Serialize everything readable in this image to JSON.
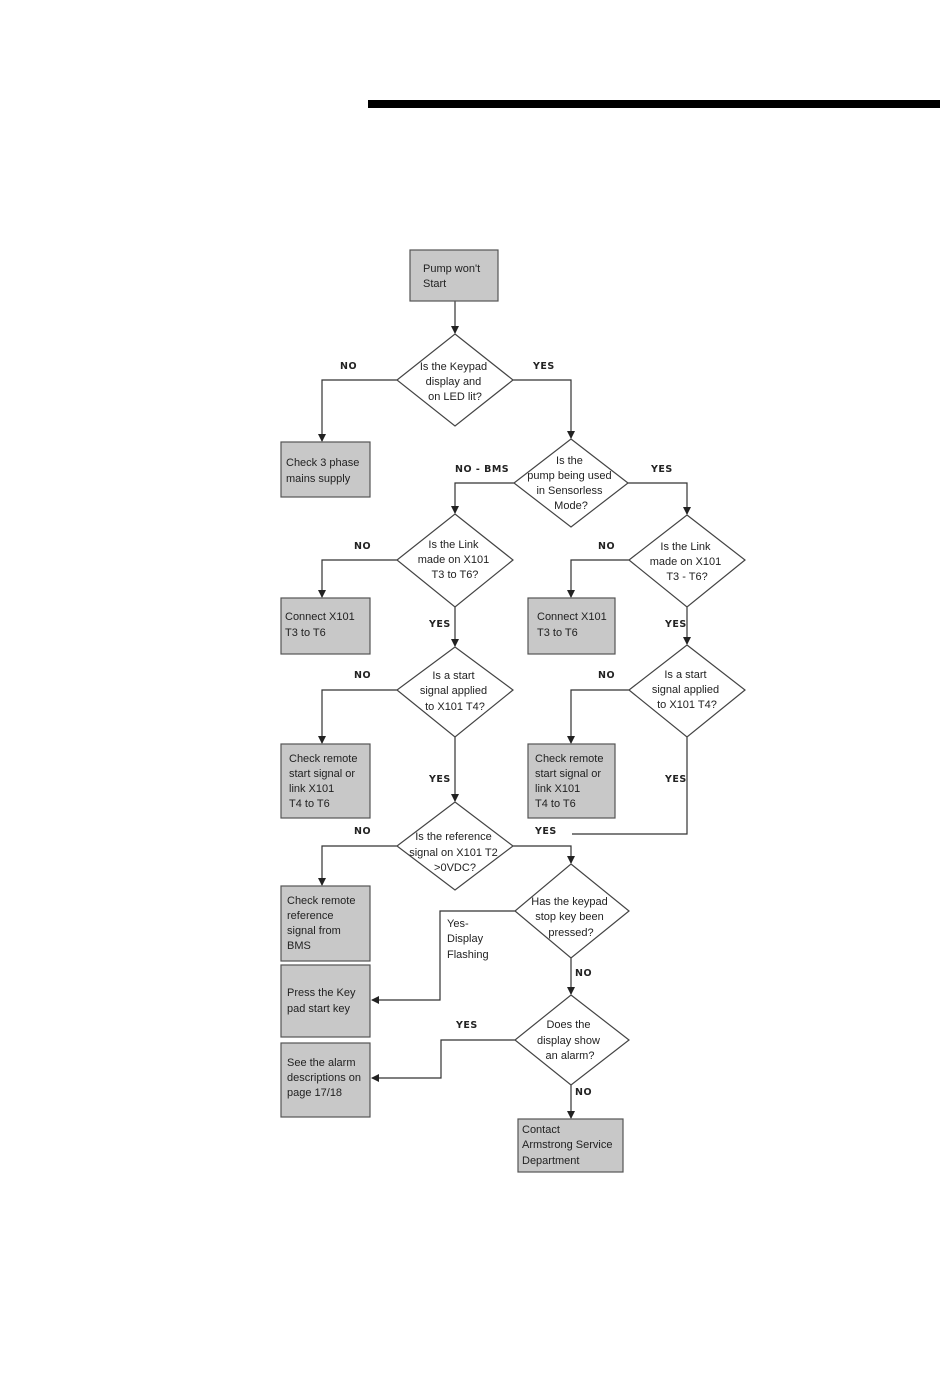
{
  "nodes": {
    "start": [
      "Pump won't",
      "Start"
    ],
    "q_keypad": [
      "Is the Keypad",
      "display and",
      "on LED lit?"
    ],
    "check_mains": [
      "Check 3 phase",
      "mains supply"
    ],
    "q_sensorless": [
      "Is the",
      "pump being used",
      "in Sensorless",
      "Mode?"
    ],
    "q_link_left": [
      "Is the Link",
      "made on X101",
      "T3 to T6?"
    ],
    "q_link_right": [
      "Is the Link",
      "made on X101",
      "T3 - T6?"
    ],
    "connect_left": [
      "Connect X101",
      "T3 to T6"
    ],
    "connect_right": [
      "Connect X101",
      "T3 to T6"
    ],
    "q_start_left": [
      "Is a start",
      "signal applied",
      "to X101 T4?"
    ],
    "q_start_right": [
      "Is a start",
      "signal applied",
      "to X101 T4?"
    ],
    "check_remote_left": [
      "Check remote",
      "start signal or",
      "link X101",
      "T4 to T6"
    ],
    "check_remote_right": [
      "Check remote",
      "start signal or",
      "link X101",
      "T4 to T6"
    ],
    "q_reference": [
      "Is the reference",
      "signal on X101 T2",
      ">0VDC?"
    ],
    "check_reference": [
      "Check remote",
      "reference",
      "signal from",
      "BMS"
    ],
    "q_stop_key": [
      "Has the keypad",
      "stop key been",
      "pressed?"
    ],
    "press_start": [
      "Press the Key",
      "pad start key"
    ],
    "q_alarm": [
      "Does the",
      "display show",
      "an alarm?"
    ],
    "see_alarm": [
      "See the alarm",
      "descriptions on",
      "page 17/18"
    ],
    "contact": [
      "Contact",
      "Armstrong Service",
      "Department"
    ]
  },
  "labels": {
    "no": "NO",
    "yes": "YES",
    "no_bms": "NO - BMS",
    "yes_display_flashing": [
      "Yes-",
      "Display",
      "Flashing"
    ]
  }
}
